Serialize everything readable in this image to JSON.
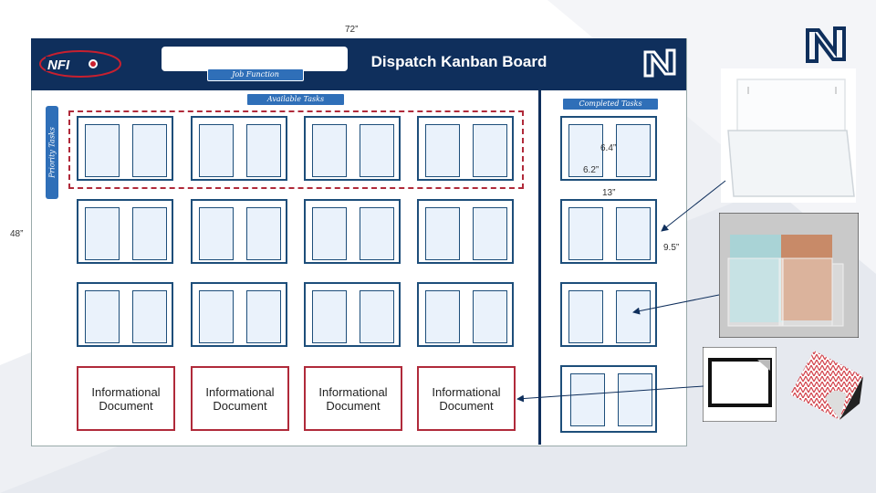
{
  "board": {
    "title": "Dispatch Kanban Board",
    "job_function_label": "Job Function",
    "available_tasks_label": "Available Tasks",
    "completed_tasks_label": "Completed Tasks",
    "priority_tasks_label": "Priority Tasks",
    "logo_text": "NFI",
    "informational_document_label": "Informational Document"
  },
  "dimensions": {
    "width": "72”",
    "height": "48”",
    "pocket_height": "6.4”",
    "pocket_width": "6.2”",
    "holder_width": "13”",
    "holder_height": "9.5”"
  },
  "colors": {
    "navy": "#0f2f5c",
    "tag_blue": "#2f6fb8",
    "holder_border": "#1d4e7a",
    "info_border": "#b02a3a",
    "pocket_fill": "#eaf2fb"
  }
}
